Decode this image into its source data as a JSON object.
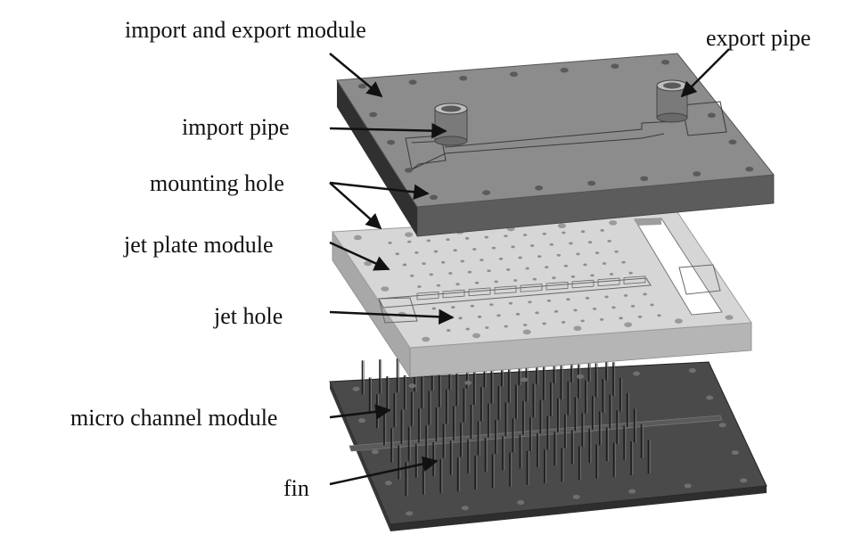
{
  "labels": {
    "import_export_module": "import and export module",
    "export_pipe": "export pipe",
    "import_pipe": "import pipe",
    "mounting_hole": "mounting hole",
    "jet_plate_module": "jet plate module",
    "jet_hole": "jet hole",
    "micro_channel_module": "micro channel module",
    "fin": "fin"
  },
  "colors": {
    "top_plate": "#8a8a8a",
    "top_plate_side": "#5c5c5c",
    "jet_plate": "#d4d4d4",
    "jet_plate_side": "#b3b3b3",
    "micro_plate": "#4a4a4a",
    "micro_plate_side": "#2e2e2e",
    "leader": "#111111"
  }
}
